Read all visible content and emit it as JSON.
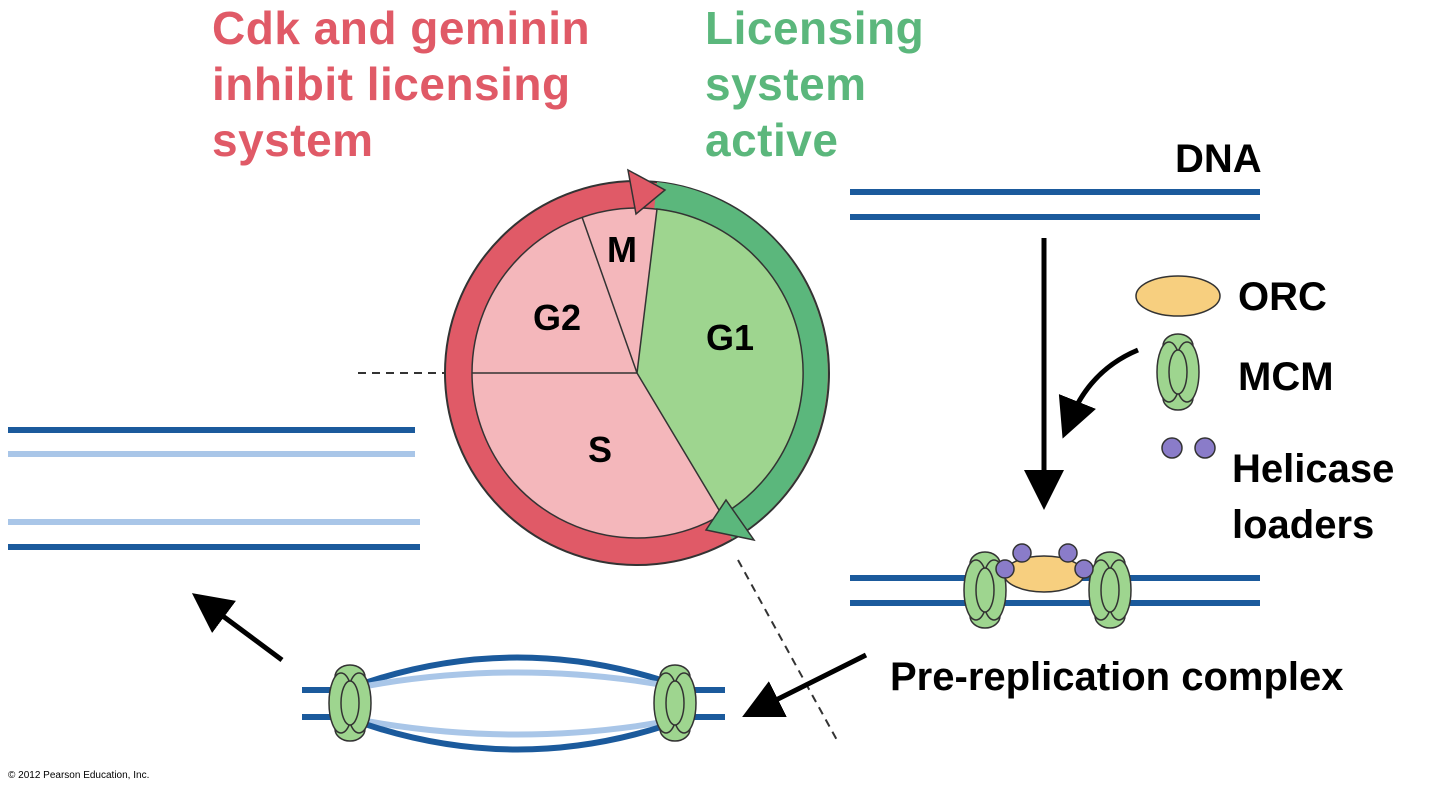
{
  "headings": {
    "inhibit": [
      "Cdk and geminin",
      "inhibit licensing",
      "system"
    ],
    "active": [
      "Licensing",
      "system",
      "active"
    ]
  },
  "cycle": {
    "phases": {
      "m": "M",
      "g2": "G2",
      "g1": "G1",
      "s": "S"
    }
  },
  "labels": {
    "dna": "DNA",
    "orc": "ORC",
    "mcm": "MCM",
    "helicase_loaders": [
      "Helicase",
      "loaders"
    ],
    "pre_replication_complex": "Pre-replication complex"
  },
  "copyright": "© 2012 Pearson Education, Inc.",
  "colors": {
    "red": "#e05a67",
    "light_red": "#f4b7bb",
    "green": "#5bb77c",
    "light_green": "#9ed58f",
    "dna_dark": "#1b5a9c",
    "dna_light": "#a9c6e8",
    "orc": "#f7cf7f",
    "loader": "#8a7cc9"
  }
}
